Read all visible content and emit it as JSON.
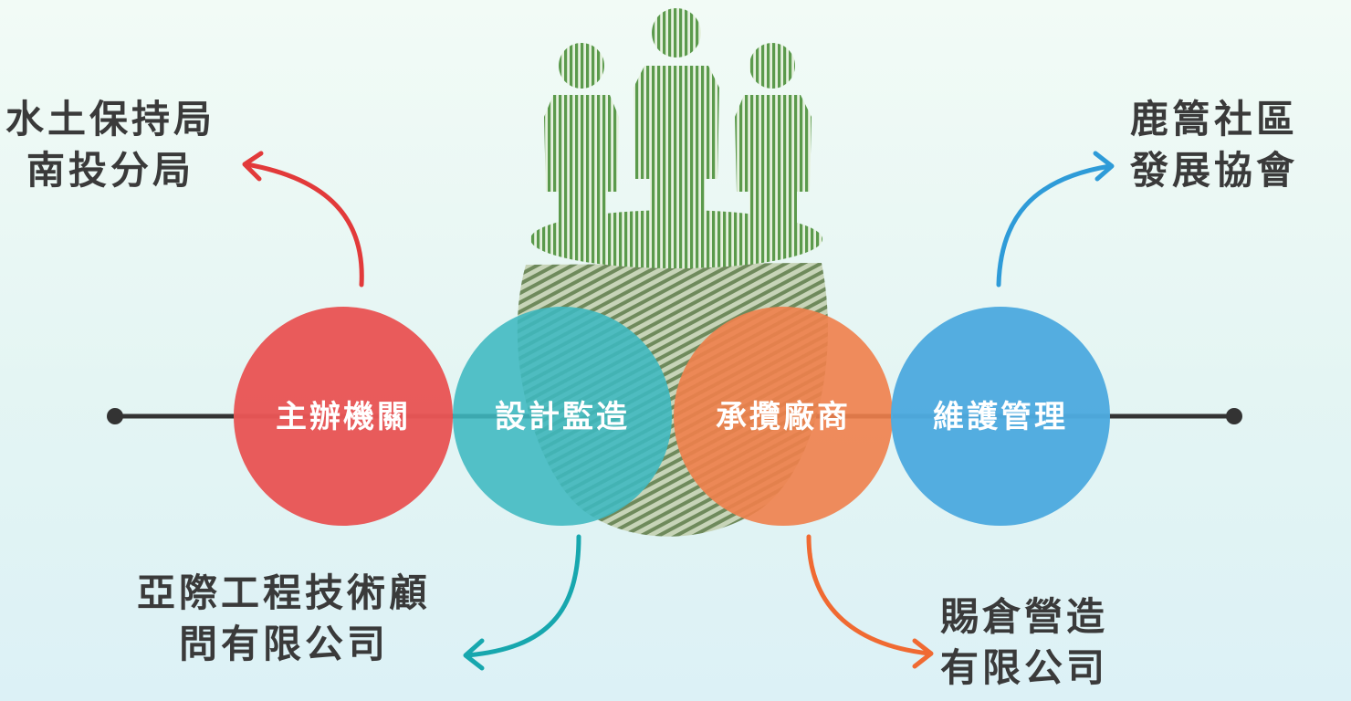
{
  "roles": [
    {
      "label": "主辦機關",
      "color": "#e85656"
    },
    {
      "label": "設計監造",
      "color": "#3db8c0"
    },
    {
      "label": "承攬廠商",
      "color": "#f0804b"
    },
    {
      "label": "維護管理",
      "color": "#4eaadf"
    }
  ],
  "organizations": {
    "authority": {
      "line1": "水土保持局",
      "line2": "南投分局",
      "arrow_color": "#e23a3a"
    },
    "designer": {
      "line1": "亞際工程技術顧",
      "line2": "問有限公司",
      "arrow_color": "#17a7ae"
    },
    "contractor": {
      "line1": "賜倉營造",
      "line2": "有限公司",
      "arrow_color": "#f06a32"
    },
    "maintainer": {
      "line1": "鹿篙社區",
      "line2": "發展協會",
      "arrow_color": "#2e9bd8"
    }
  },
  "illustration": {
    "icon": "business-people-on-pot-icon",
    "color": "#5e9a4e"
  }
}
